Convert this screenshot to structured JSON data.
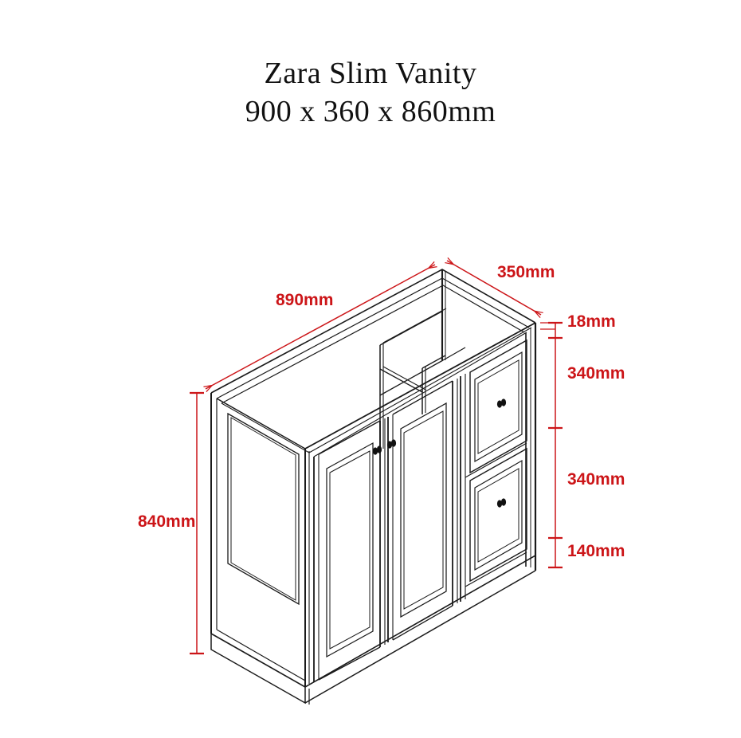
{
  "document": {
    "type": "product-dimension-drawing",
    "background_color": "#ffffff",
    "line_color": "#1a1a1a",
    "dimension_color": "#cc1518"
  },
  "title": {
    "product_name": "Zara Slim Vanity",
    "size_line": "900 x 360 x 860mm"
  },
  "dimensions": {
    "width_top": {
      "label": "890mm",
      "value": 890,
      "unit": "mm"
    },
    "depth_top": {
      "label": "350mm",
      "value": 350,
      "unit": "mm"
    },
    "height_left": {
      "label": "840mm",
      "value": 840,
      "unit": "mm"
    },
    "right_stack": [
      {
        "label": "18mm",
        "value": 18,
        "unit": "mm",
        "part": "top-panel-thickness"
      },
      {
        "label": "340mm",
        "value": 340,
        "unit": "mm",
        "part": "upper-drawer"
      },
      {
        "label": "340mm",
        "value": 340,
        "unit": "mm",
        "part": "lower-drawer"
      },
      {
        "label": "140mm",
        "value": 140,
        "unit": "mm",
        "part": "kickboard"
      }
    ]
  },
  "product": {
    "doors": 2,
    "drawers": 2,
    "knobs": 4,
    "has_kickboard": true,
    "open_top": true,
    "internal_dividers": 2
  }
}
